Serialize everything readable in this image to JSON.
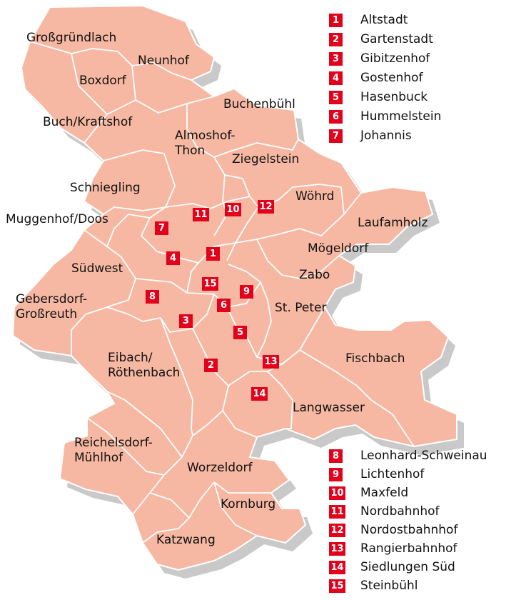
{
  "colors": {
    "district_fill": "#f6b8a2",
    "border": "#ffffff",
    "shadow": "#c9c9c9",
    "badge": "#e3001b",
    "text": "#111111"
  },
  "district_labels": [
    {
      "id": "grossgruendlach",
      "text": "Großgründlach"
    },
    {
      "id": "neunhof",
      "text": "Neunhof"
    },
    {
      "id": "boxdorf",
      "text": "Boxdorf"
    },
    {
      "id": "buchenbuehl",
      "text": "Buchenbühl"
    },
    {
      "id": "buch-kraftshof",
      "text": "Buch/Kraftshof"
    },
    {
      "id": "almoshof-thon",
      "text": "Almoshof-\nThon"
    },
    {
      "id": "ziegelstein",
      "text": "Ziegelstein"
    },
    {
      "id": "schniegling",
      "text": "Schniegling"
    },
    {
      "id": "woehrd",
      "text": "Wöhrd"
    },
    {
      "id": "muggenhof-doos",
      "text": "Muggenhof/Doos"
    },
    {
      "id": "laufamholz",
      "text": "Laufamholz"
    },
    {
      "id": "moegeldorf",
      "text": "Mögeldorf"
    },
    {
      "id": "suedwest",
      "text": "Südwest"
    },
    {
      "id": "zabo",
      "text": "Zabo"
    },
    {
      "id": "gebersdorf-grossreuth",
      "text": "Gebersdorf-\nGroßreuth"
    },
    {
      "id": "st-peter",
      "text": "St. Peter"
    },
    {
      "id": "eibach-roethenbach",
      "text": "Eibach/\nRöthenbach"
    },
    {
      "id": "fischbach",
      "text": "Fischbach"
    },
    {
      "id": "langwasser",
      "text": "Langwasser"
    },
    {
      "id": "reichelsdorf-muehlhof",
      "text": "Reichelsdorf-\nMühlhof"
    },
    {
      "id": "worzeldorf",
      "text": "Worzeldorf"
    },
    {
      "id": "kornburg",
      "text": "Kornburg"
    },
    {
      "id": "katzwang",
      "text": "Katzwang"
    }
  ],
  "map_markers": [
    {
      "num": "1"
    },
    {
      "num": "2"
    },
    {
      "num": "3"
    },
    {
      "num": "4"
    },
    {
      "num": "5"
    },
    {
      "num": "6"
    },
    {
      "num": "7"
    },
    {
      "num": "8"
    },
    {
      "num": "9"
    },
    {
      "num": "10"
    },
    {
      "num": "11"
    },
    {
      "num": "12"
    },
    {
      "num": "13"
    },
    {
      "num": "14"
    },
    {
      "num": "15"
    }
  ],
  "legend_top": [
    {
      "num": "1",
      "name": "Altstadt"
    },
    {
      "num": "2",
      "name": "Gartenstadt"
    },
    {
      "num": "3",
      "name": "Gibitzenhof"
    },
    {
      "num": "4",
      "name": "Gostenhof"
    },
    {
      "num": "5",
      "name": "Hasenbuck"
    },
    {
      "num": "6",
      "name": "Hummelstein"
    },
    {
      "num": "7",
      "name": "Johannis"
    }
  ],
  "legend_bottom": [
    {
      "num": "8",
      "name": "Leonhard-Schweinau"
    },
    {
      "num": "9",
      "name": "Lichtenhof"
    },
    {
      "num": "10",
      "name": "Maxfeld"
    },
    {
      "num": "11",
      "name": "Nordbahnhof"
    },
    {
      "num": "12",
      "name": "Nordostbahnhof"
    },
    {
      "num": "13",
      "name": "Rangierbahnhof"
    },
    {
      "num": "14",
      "name": "Siedlungen Süd"
    },
    {
      "num": "15",
      "name": "Steinbühl"
    }
  ]
}
